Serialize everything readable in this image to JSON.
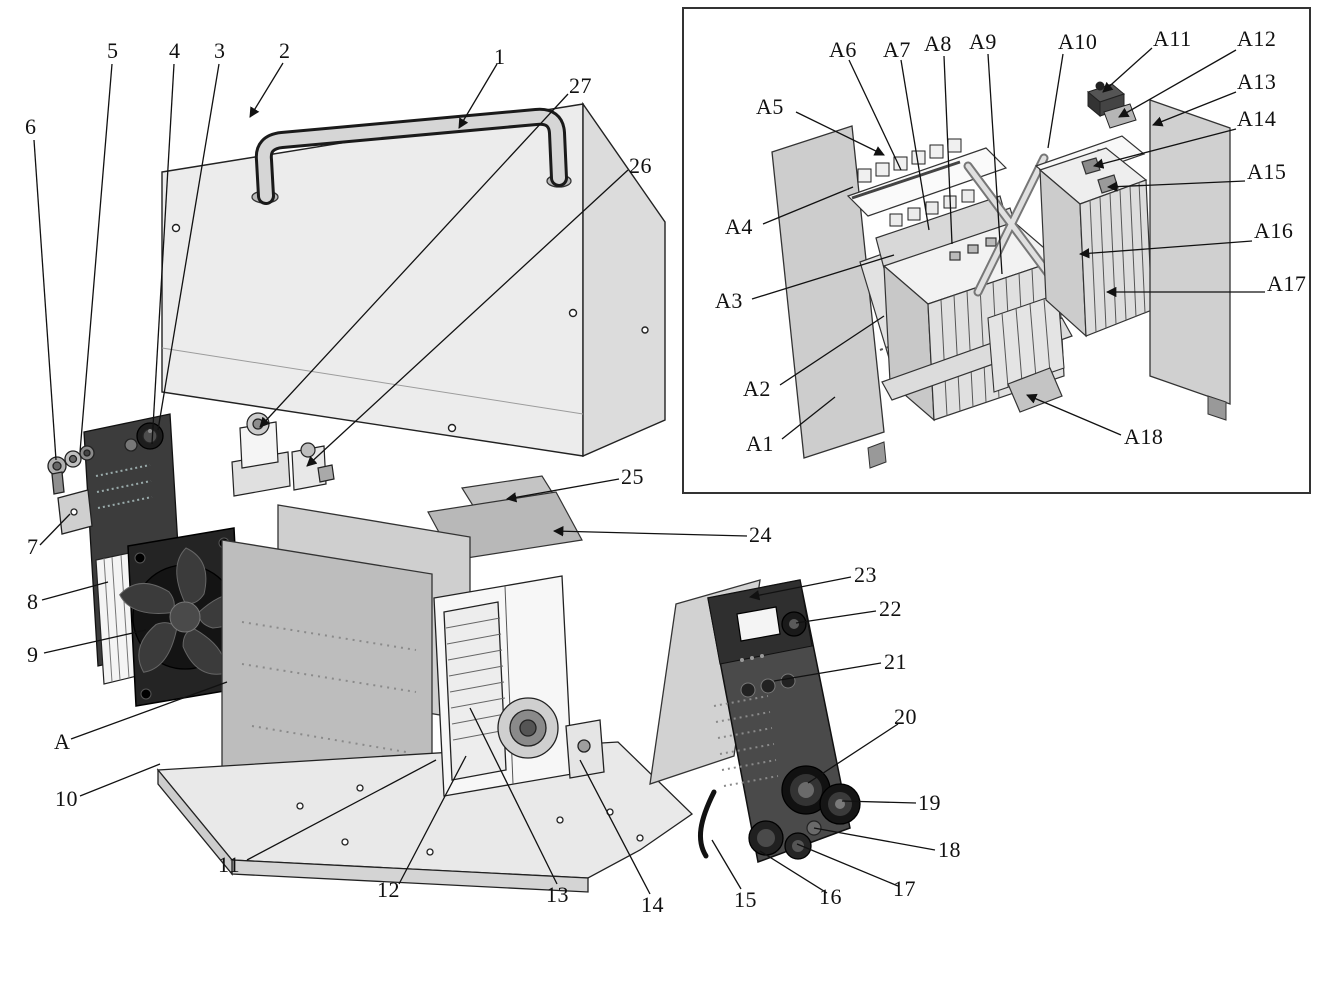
{
  "ink": "#1a1a1a",
  "callouts": {
    "main": [
      "1",
      "2",
      "3",
      "4",
      "5",
      "6",
      "7",
      "8",
      "9",
      "10",
      "11",
      "12",
      "13",
      "14",
      "15",
      "16",
      "17",
      "18",
      "19",
      "20",
      "21",
      "22",
      "23",
      "24",
      "25",
      "26",
      "27",
      "A"
    ],
    "inset": [
      "A1",
      "A2",
      "A3",
      "A4",
      "A5",
      "A6",
      "A7",
      "A8",
      "A9",
      "A10",
      "A11",
      "A12",
      "A13",
      "A14",
      "A15",
      "A16",
      "A17",
      "A18"
    ]
  }
}
